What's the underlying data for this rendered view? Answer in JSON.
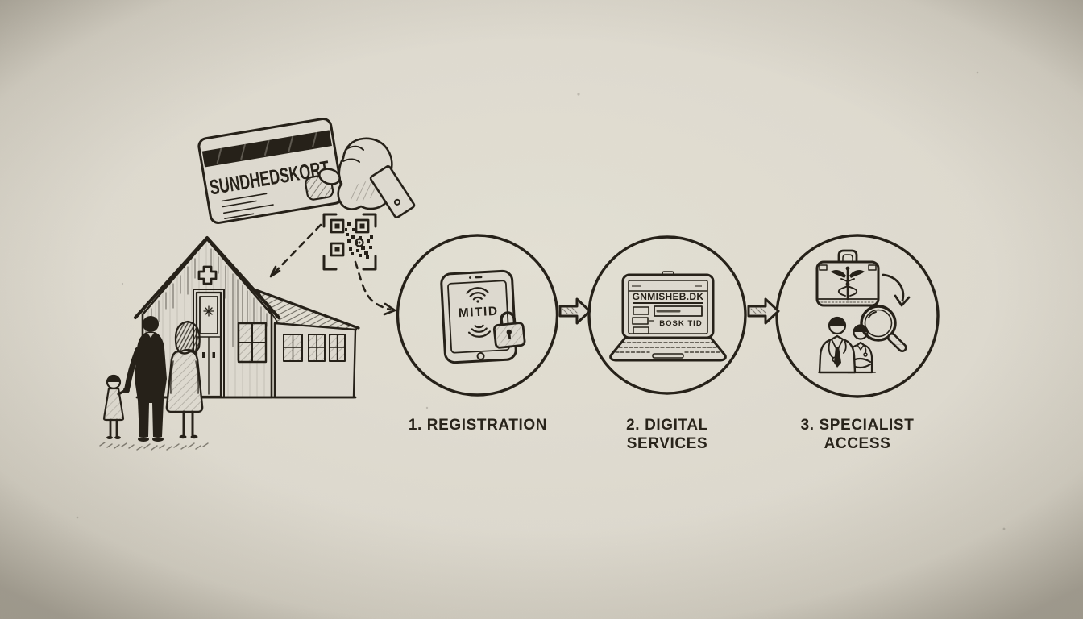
{
  "card": {
    "title": "SUNDHEDSKORT"
  },
  "steps": [
    {
      "label": "1. REGISTRATION",
      "device_text": "MITID"
    },
    {
      "label_line1": "2. DIGITAL",
      "label_line2": "SERVICES",
      "screen_header": "GNMISHEB.DK",
      "screen_action": "BOSK TID"
    },
    {
      "label_line1": "3. SPECIALIST",
      "label_line2": "ACCESS"
    }
  ],
  "icons": {
    "scene": [
      "health-card-icon",
      "qr-code-icon",
      "clinic-icon",
      "medical-cross-icon",
      "family-icon",
      "dashed-arrow-icon"
    ],
    "step1": [
      "tablet-icon",
      "wifi-icon",
      "padlock-icon"
    ],
    "step2": [
      "laptop-icon",
      "browser-form-icon"
    ],
    "step3": [
      "medical-bag-icon",
      "caduceus-icon",
      "doctors-icon",
      "magnifier-icon",
      "curved-arrow-icon"
    ],
    "between_steps": [
      "block-arrow-icon"
    ]
  },
  "colors": {
    "paper": "#ebe7dc",
    "ink": "#29241b"
  }
}
